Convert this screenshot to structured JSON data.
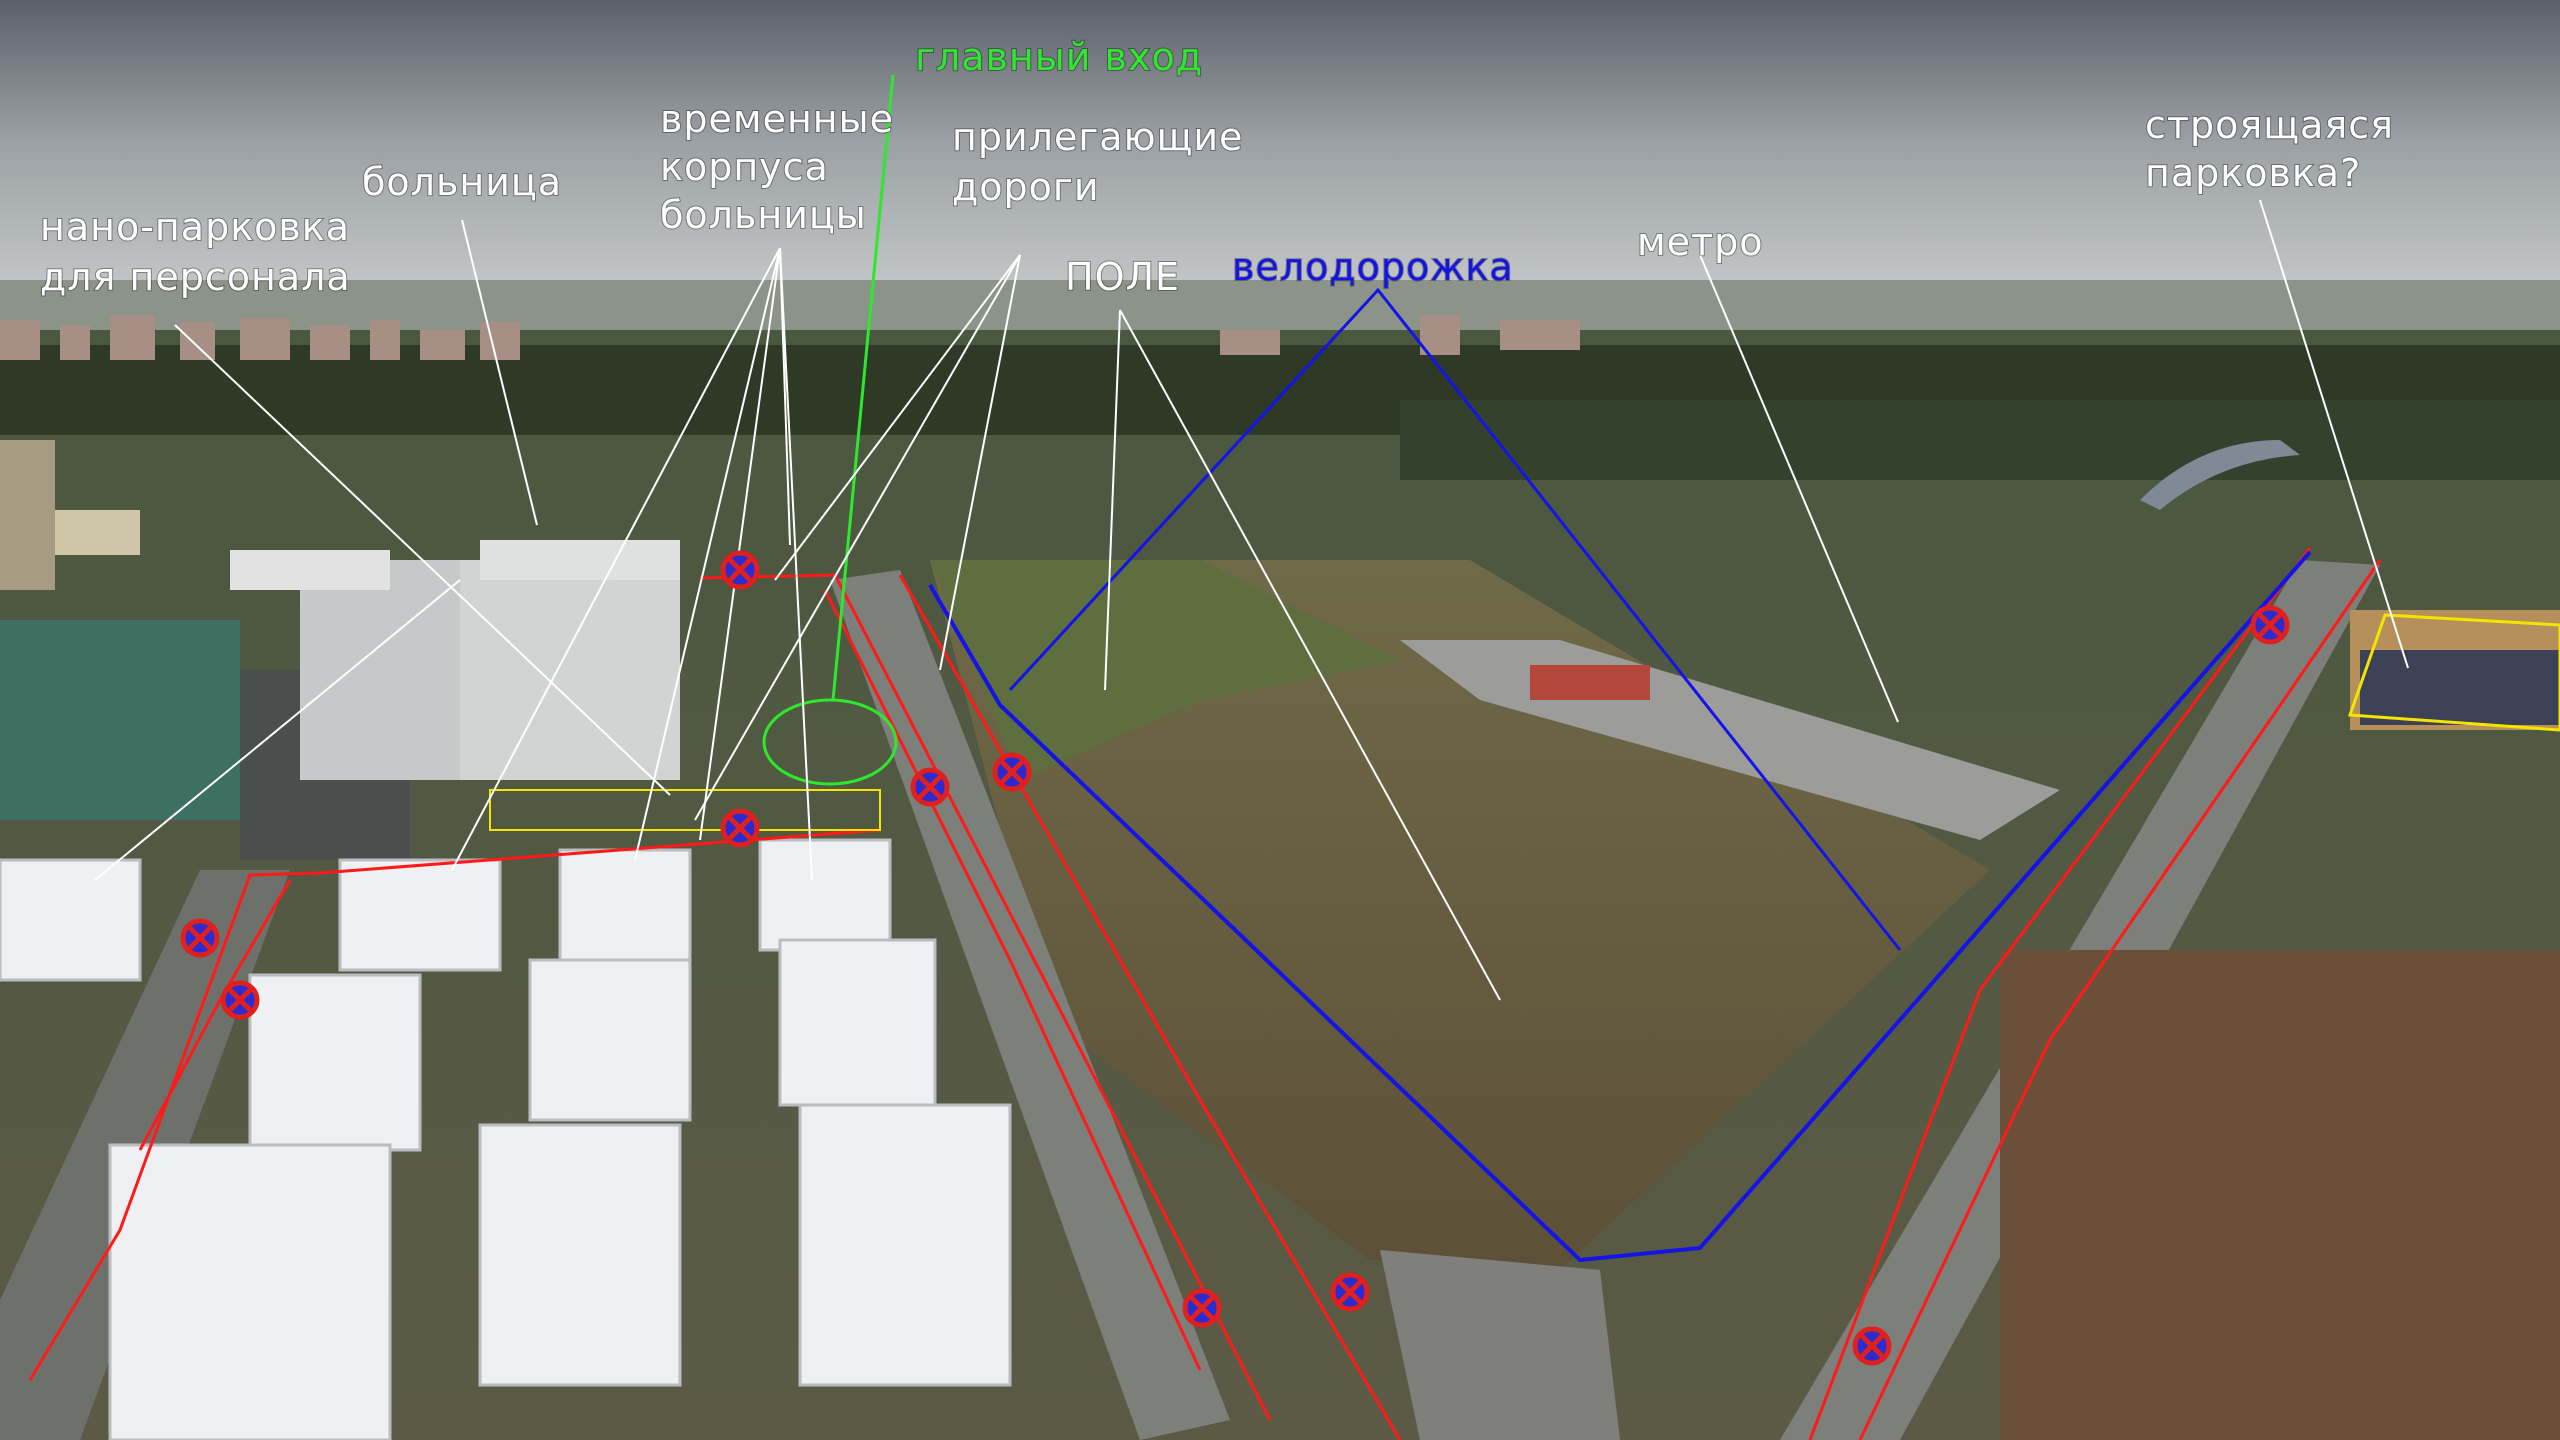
{
  "annotations": {
    "main_entrance": "главный вход",
    "temp_buildings": [
      "временные",
      "корпуса",
      "больницы"
    ],
    "hospital": "больница",
    "staff_parking": [
      "нано-парковка",
      "для персонала"
    ],
    "adjacent_roads": [
      "прилегающие",
      "дороги"
    ],
    "field": "ПОЛЕ",
    "bike_path": "велодорожка",
    "metro": "метро",
    "parking_under_construction": [
      "строящаяся",
      "парковка?"
    ]
  },
  "colors": {
    "label_text": "#ffffff",
    "main_entrance": "#2ee82e",
    "bike_path": "#1414e6",
    "no_parking_line": "#ff1a1a",
    "construction_outline": "#f2e600",
    "pointer_line": "#ffffff"
  },
  "icons": [
    "no-parking-sign-icon"
  ]
}
